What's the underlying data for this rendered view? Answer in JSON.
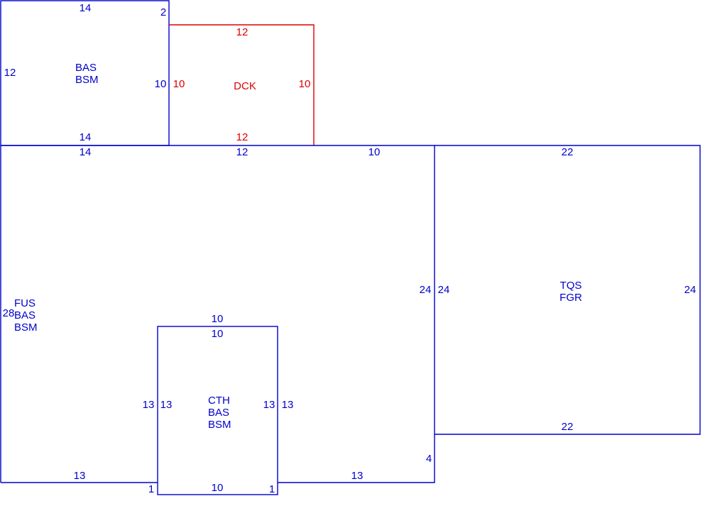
{
  "colors": {
    "main": "#0000cc",
    "deck": "#dd0000",
    "background": "#ffffff"
  },
  "areas": {
    "bas_upper": {
      "codes": [
        "BAS",
        "BSM"
      ],
      "dims": {
        "top": "14",
        "bottom": "14",
        "left": "12",
        "right": "10",
        "jog": "2"
      }
    },
    "deck": {
      "codes": [
        "DCK"
      ],
      "dims": {
        "top": "12",
        "bottom": "12",
        "left": "10",
        "right": "10"
      }
    },
    "main": {
      "codes": [
        "FUS",
        "BAS",
        "BSM"
      ],
      "dims": {
        "top_left": "14",
        "top_mid": "12",
        "top_right": "10",
        "left": "28",
        "right": "24",
        "bottom_left": "13",
        "bottom_right": "13",
        "jog_right": "4"
      }
    },
    "bay": {
      "codes": [
        "CTH",
        "BAS",
        "BSM"
      ],
      "dims": {
        "top_outer": "10",
        "top_inner": "10",
        "left_outer": "13",
        "left_inner": "13",
        "right_inner": "13",
        "right_outer": "13",
        "bottom": "10",
        "step_left": "1",
        "step_right": "1"
      }
    },
    "garage": {
      "codes": [
        "TQS",
        "FGR"
      ],
      "dims": {
        "top": "22",
        "bottom": "22",
        "left": "24",
        "right": "24"
      }
    }
  }
}
